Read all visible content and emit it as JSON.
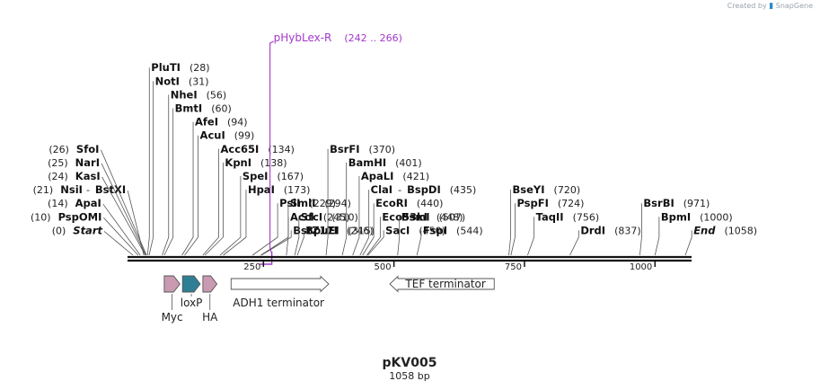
{
  "credit": {
    "text": "Created by",
    "brand": "SnapGene"
  },
  "map": {
    "name": "pKV005",
    "length": "1058 bp",
    "total_bp": 1058,
    "ticks": [
      {
        "bp": 250,
        "label": "250"
      },
      {
        "bp": 500,
        "label": "500"
      },
      {
        "bp": 750,
        "label": "750"
      },
      {
        "bp": 1000,
        "label": "1000"
      }
    ]
  },
  "primer": {
    "name": "pHybLex-R",
    "range": "(242 .. 266)",
    "start": 242,
    "end": 266,
    "color": "#a338c9"
  },
  "features": [
    {
      "id": "myc",
      "label": "Myc",
      "start": 60,
      "end": 90,
      "dir": "fwd",
      "color": "#c99ab2"
    },
    {
      "id": "loxp",
      "label": "loxP",
      "start": 95,
      "end": 129,
      "dir": "fwd",
      "color": "#2e7f95"
    },
    {
      "id": "ha",
      "label": "HA",
      "start": 134,
      "end": 161,
      "dir": "fwd",
      "color": "#c99ab2"
    },
    {
      "id": "adh1",
      "label": "ADH1 terminator",
      "start": 188,
      "end": 375,
      "dir": "fwd",
      "color": "#ffffff"
    },
    {
      "id": "tef",
      "label": "TEF terminator",
      "start": 492,
      "end": 692,
      "dir": "rev",
      "color": "#ffffff"
    }
  ],
  "sites": [
    {
      "name": "Start",
      "pos": "(0)",
      "bp": 0,
      "side": "left",
      "end": true
    },
    {
      "name": "PspOMI",
      "pos": "(10)",
      "bp": 10,
      "side": "left"
    },
    {
      "name": "ApaI",
      "pos": "(14)",
      "bp": 14,
      "side": "left"
    },
    {
      "name": "NsiI",
      "name2": "BstXI",
      "pos": "(21)",
      "bp": 21,
      "side": "left"
    },
    {
      "name": "KasI",
      "pos": "(24)",
      "bp": 24,
      "side": "left"
    },
    {
      "name": "NarI",
      "pos": "(25)",
      "bp": 25,
      "side": "left"
    },
    {
      "name": "SfoI",
      "pos": "(26)",
      "bp": 26,
      "side": "left"
    },
    {
      "name": "PluTI",
      "pos": "(28)",
      "bp": 28,
      "side": "right"
    },
    {
      "name": "NotI",
      "pos": "(31)",
      "bp": 31,
      "side": "right"
    },
    {
      "name": "NheI",
      "pos": "(56)",
      "bp": 56,
      "side": "right"
    },
    {
      "name": "BmtI",
      "pos": "(60)",
      "bp": 60,
      "side": "right"
    },
    {
      "name": "AfeI",
      "pos": "(94)",
      "bp": 94,
      "side": "right"
    },
    {
      "name": "AcuI",
      "pos": "(99)",
      "bp": 99,
      "side": "right"
    },
    {
      "name": "Acc65I",
      "pos": "(134)",
      "bp": 134,
      "side": "right"
    },
    {
      "name": "KpnI",
      "pos": "(138)",
      "bp": 138,
      "side": "right"
    },
    {
      "name": "SpeI",
      "pos": "(167)",
      "bp": 167,
      "side": "right"
    },
    {
      "name": "HpaI",
      "pos": "(173)",
      "bp": 173,
      "side": "right"
    },
    {
      "name": "PsiI",
      "pos": "(229)",
      "bp": 229,
      "side": "right"
    },
    {
      "name": "AccI",
      "pos": "(245)",
      "bp": 245,
      "side": "right"
    },
    {
      "name": "BstZ17I",
      "pos": "(246)",
      "bp": 246,
      "side": "right"
    },
    {
      "name": "SmlI",
      "pos": "(294)",
      "bp": 294,
      "side": "right"
    },
    {
      "name": "SfcI",
      "pos": "(310)",
      "bp": 310,
      "side": "right"
    },
    {
      "name": "BpuEI",
      "pos": "(315)",
      "bp": 315,
      "side": "right"
    },
    {
      "name": "BsrFI",
      "pos": "(370)",
      "bp": 370,
      "side": "right"
    },
    {
      "name": "BamHI",
      "pos": "(401)",
      "bp": 401,
      "side": "right"
    },
    {
      "name": "ApaLI",
      "pos": "(421)",
      "bp": 421,
      "side": "right"
    },
    {
      "name": "ClaI",
      "name2": "BspDI",
      "pos": "(435)",
      "bp": 435,
      "side": "right"
    },
    {
      "name": "EcoRI",
      "pos": "(440)",
      "bp": 440,
      "side": "right"
    },
    {
      "name": "Eco53kI",
      "pos": "(448)",
      "bp": 448,
      "side": "right"
    },
    {
      "name": "SacI",
      "pos": "(450)",
      "bp": 450,
      "side": "right"
    },
    {
      "name": "BsmI",
      "pos": "(507)",
      "bp": 507,
      "side": "right"
    },
    {
      "name": "FspI",
      "pos": "(544)",
      "bp": 544,
      "side": "right"
    },
    {
      "name": "BseYI",
      "pos": "(720)",
      "bp": 720,
      "side": "right"
    },
    {
      "name": "PspFI",
      "pos": "(724)",
      "bp": 724,
      "side": "right"
    },
    {
      "name": "TaqII",
      "pos": "(756)",
      "bp": 756,
      "side": "right"
    },
    {
      "name": "DrdI",
      "pos": "(837)",
      "bp": 837,
      "side": "right"
    },
    {
      "name": "BsrBI",
      "pos": "(971)",
      "bp": 971,
      "side": "right"
    },
    {
      "name": "BpmI",
      "pos": "(1000)",
      "bp": 1000,
      "side": "right"
    },
    {
      "name": "End",
      "pos": "(1058)",
      "bp": 1058,
      "side": "right",
      "end": true
    }
  ]
}
